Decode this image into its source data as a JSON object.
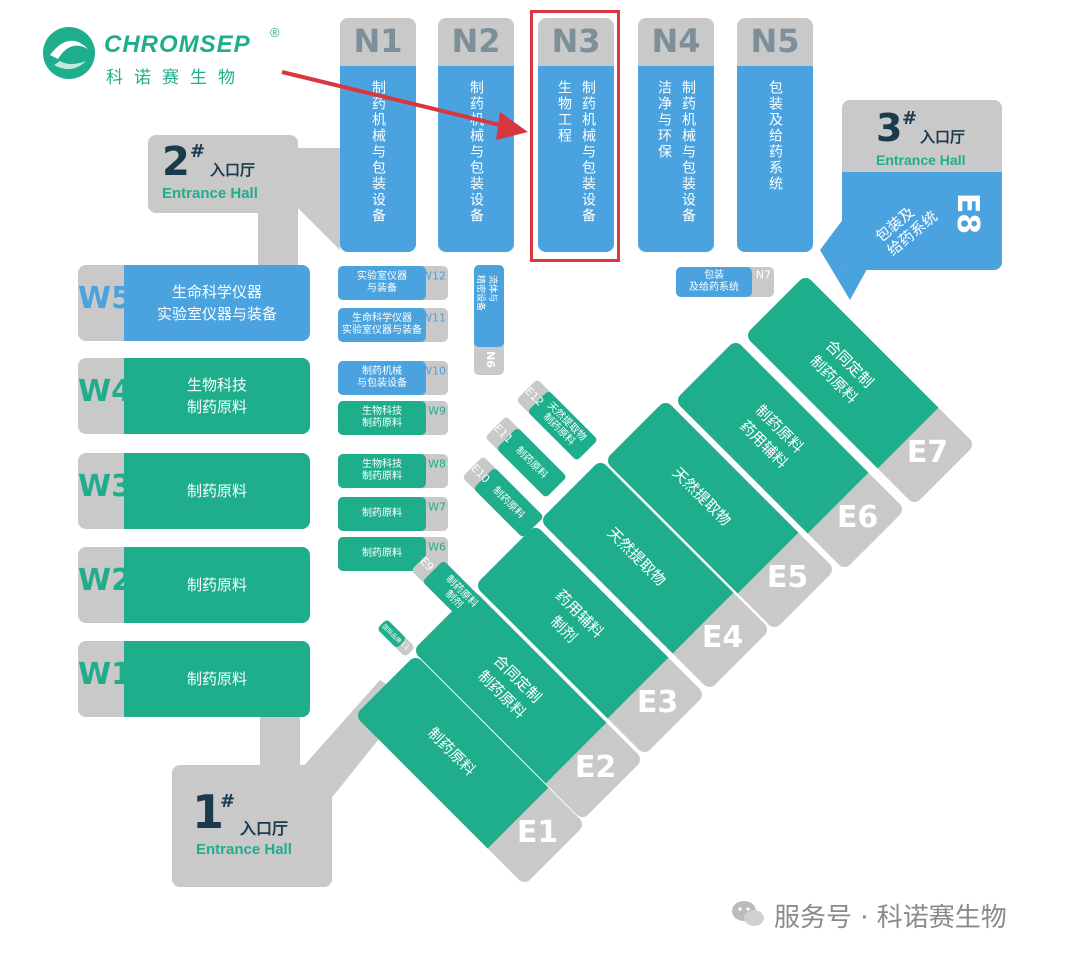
{
  "logo": {
    "brand": "CHROMSEP",
    "registered": "®",
    "cn": "科诺赛生物"
  },
  "entrances": [
    {
      "num": "1",
      "mark": "#",
      "cn": "入口厅",
      "en": "Entrance Hall"
    },
    {
      "num": "2",
      "mark": "#",
      "cn": "入口厅",
      "en": "Entrance Hall"
    },
    {
      "num": "3",
      "mark": "#",
      "cn": "入口厅",
      "en": "Entrance Hall"
    }
  ],
  "north": [
    {
      "code": "N1",
      "text": "制药机械与包装设备"
    },
    {
      "code": "N2",
      "text": "制药机械与包装设备"
    },
    {
      "code": "N3",
      "text": "制药机械与包装设备",
      "text2": "生物工程",
      "highlighted": true
    },
    {
      "code": "N4",
      "text": "制药机械与包装设备",
      "text2": "洁净与环保"
    },
    {
      "code": "N5",
      "text": "包装及给药系统"
    }
  ],
  "n6": {
    "code": "N6",
    "text": "流体与",
    "text2": "精密设备"
  },
  "n7": {
    "code": "N7",
    "text": "包装",
    "text2": "及给药系统"
  },
  "e8": {
    "code": "E8",
    "text": "包装及",
    "text2": "给药系统"
  },
  "west": [
    {
      "code": "W5",
      "line1": "生命科学仪器",
      "line2": "实验室仪器与装备"
    },
    {
      "code": "W4",
      "line1": "生物科技",
      "line2": "制药原料"
    },
    {
      "code": "W3",
      "line1": "制药原料",
      "line2": ""
    },
    {
      "code": "W2",
      "line1": "制药原料",
      "line2": ""
    },
    {
      "code": "W1",
      "line1": "制药原料",
      "line2": ""
    }
  ],
  "west_small": [
    {
      "code": "W12",
      "line1": "实验室仪器",
      "line2": "与装备"
    },
    {
      "code": "W11",
      "line1": "生命科学仪器",
      "line2": "实验室仪器与装备"
    },
    {
      "code": "W10",
      "line1": "制药机械",
      "line2": "与包装设备"
    },
    {
      "code": "W9",
      "line1": "生物科技",
      "line2": "制药原料"
    },
    {
      "code": "W8",
      "line1": "生物科技",
      "line2": "制药原料"
    },
    {
      "code": "W7",
      "line1": "制药原料",
      "line2": ""
    },
    {
      "code": "W6",
      "line1": "制药原料",
      "line2": ""
    }
  ],
  "east": [
    {
      "code": "E1",
      "line1": "制药原料",
      "line2": ""
    },
    {
      "code": "E2",
      "line1": "合同定制",
      "line2": "制药原料"
    },
    {
      "code": "E3",
      "line1": "药用辅料",
      "line2": "制剂"
    },
    {
      "code": "E4",
      "line1": "天然提取物",
      "line2": ""
    },
    {
      "code": "E5",
      "line1": "天然提取物",
      "line2": ""
    },
    {
      "code": "E6",
      "line1": "制药原料",
      "line2": "药用辅料"
    },
    {
      "code": "E7",
      "line1": "合同定制",
      "line2": "制药原料"
    }
  ],
  "east_small": [
    {
      "code": "E9",
      "line1": "制药原料",
      "line2": "制剂"
    },
    {
      "code": "E10",
      "line1": "制药原料",
      "line2": ""
    },
    {
      "code": "E11",
      "line1": "制药原料",
      "line2": ""
    },
    {
      "code": "E12",
      "line1": "天然提取物",
      "line2": "制药原料"
    },
    {
      "code": "L1",
      "line1": "国际品牌",
      "line2": ""
    }
  ],
  "footer": {
    "text": "服务号 · 科诺赛生物"
  },
  "colors": {
    "green": "#1fae8c",
    "blue": "#4aa3df",
    "gray": "#c9c9c9",
    "highlight": "#d9363e",
    "arrow": "#d9363e"
  }
}
